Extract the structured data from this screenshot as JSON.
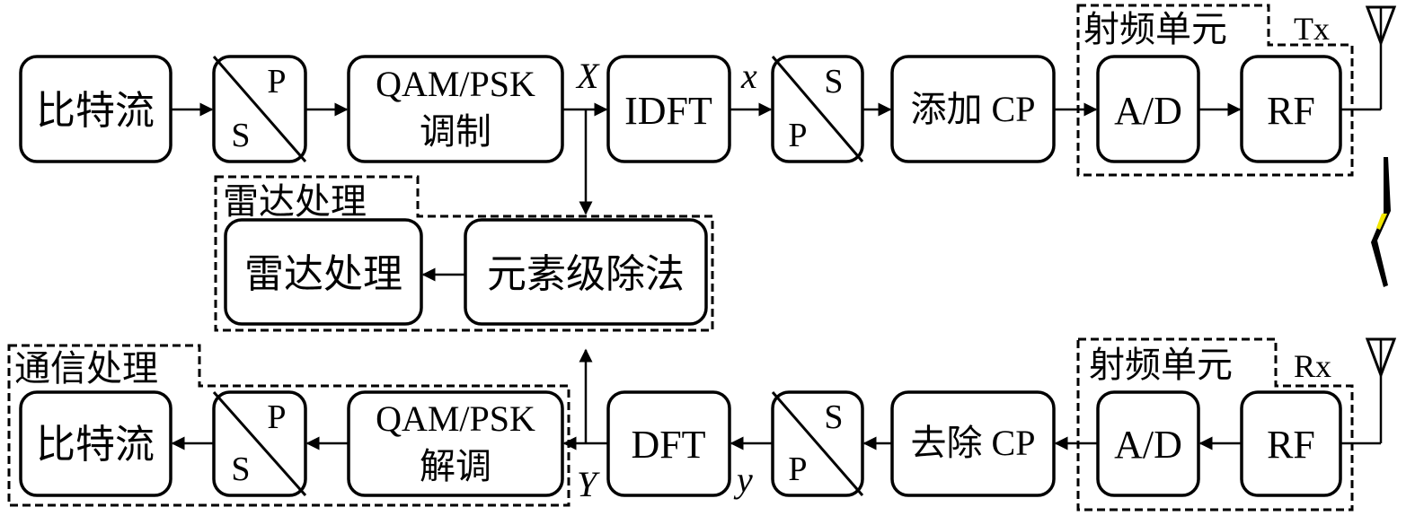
{
  "blocks": {
    "bits_tx": "比特流",
    "sp_tx": {
      "top": "P",
      "bottom": "S"
    },
    "mod": {
      "line1": "QAM/PSK",
      "line2": "调制"
    },
    "idft": "IDFT",
    "ps_tx": {
      "top": "S",
      "bottom": "P"
    },
    "add_cp": "添加 CP",
    "ad_tx": "A/D",
    "rf_tx": "RF",
    "elem_div": "元素级除法",
    "radar_proc": "雷达处理",
    "bits_rx": "比特流",
    "sp_rx": {
      "top": "P",
      "bottom": "S"
    },
    "demod": {
      "line1": "QAM/PSK",
      "line2": "解调"
    },
    "dft": "DFT",
    "ps_rx": {
      "top": "S",
      "bottom": "P"
    },
    "remove_cp": "去除 CP",
    "ad_rx": "A/D",
    "rf_rx": "RF"
  },
  "signals": {
    "X": "X",
    "x": "x",
    "Y": "Y",
    "y": "y"
  },
  "groups": {
    "rf_unit_tx": "射频单元",
    "rf_unit_rx": "射频单元",
    "radar": "雷达处理",
    "comm": "通信处理"
  },
  "antennas": {
    "tx": "Tx",
    "rx": "Rx"
  },
  "colors": {
    "stroke": "#000000",
    "background": "#ffffff",
    "bolt": "#f2e600"
  }
}
